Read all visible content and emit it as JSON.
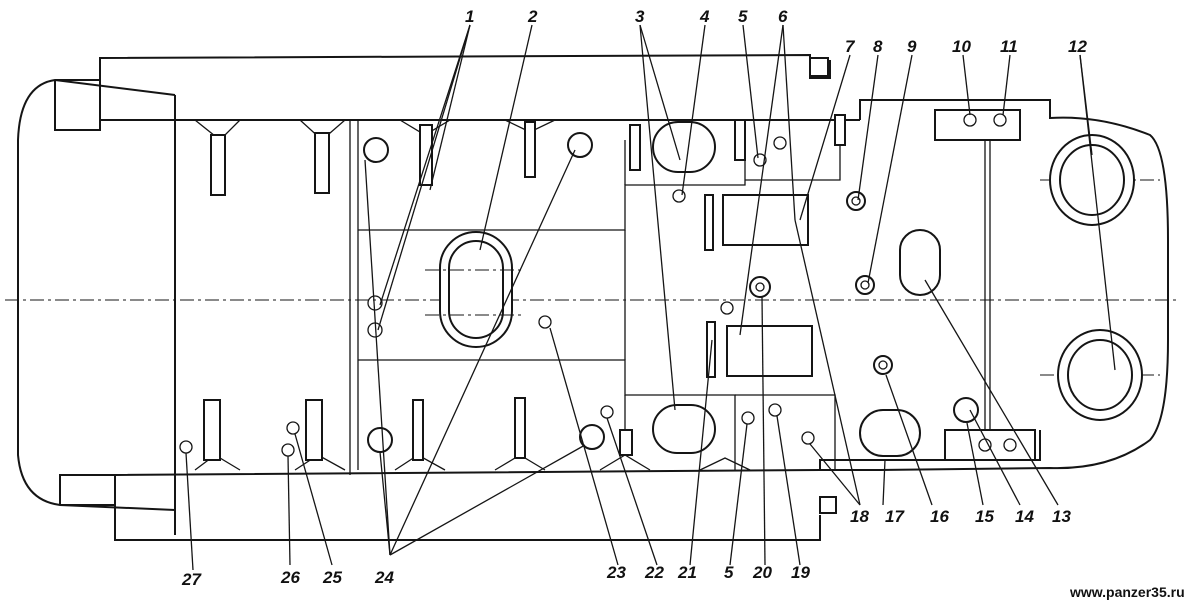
{
  "diagram": {
    "callouts_top": [
      "1",
      "2",
      "3",
      "4",
      "5",
      "6",
      "7",
      "8",
      "9",
      "10",
      "11",
      "12"
    ],
    "callouts_bottom": [
      "27",
      "26",
      "25",
      "24",
      "23",
      "22",
      "21",
      "5",
      "20",
      "19",
      "18",
      "17",
      "16",
      "15",
      "14",
      "13"
    ]
  },
  "watermark": "www.panzer35.ru"
}
